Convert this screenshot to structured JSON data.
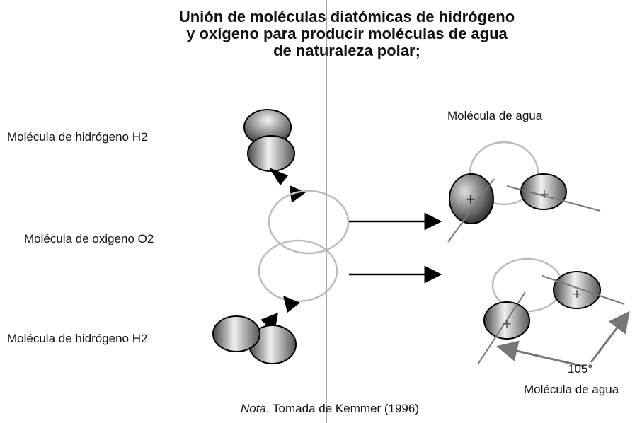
{
  "title": {
    "line1": "Unión de moléculas diatómicas de hidrógeno",
    "line2": "y oxígeno para producir moléculas de agua",
    "line3": "de naturaleza polar;"
  },
  "labels": {
    "h2_top": "Molécula de hidrógeno H2",
    "o2": "Molécula de oxigeno O2",
    "h2_bottom": "Molécula de hidrógeno H2",
    "water_top": "Molécula de agua",
    "water_bottom": "Molécula de agua",
    "angle": "105°"
  },
  "charges": {
    "plus": "+"
  },
  "note": {
    "italic": "Nota",
    "text": ". Tomada de Kemmer (1996)"
  },
  "colors": {
    "sphere_dark": "#3a3a3a",
    "sphere_light": "#f4f4f4",
    "oxygen_outline": "#b8b8b8",
    "axis_line": "#777777",
    "arrow": "#000000"
  }
}
